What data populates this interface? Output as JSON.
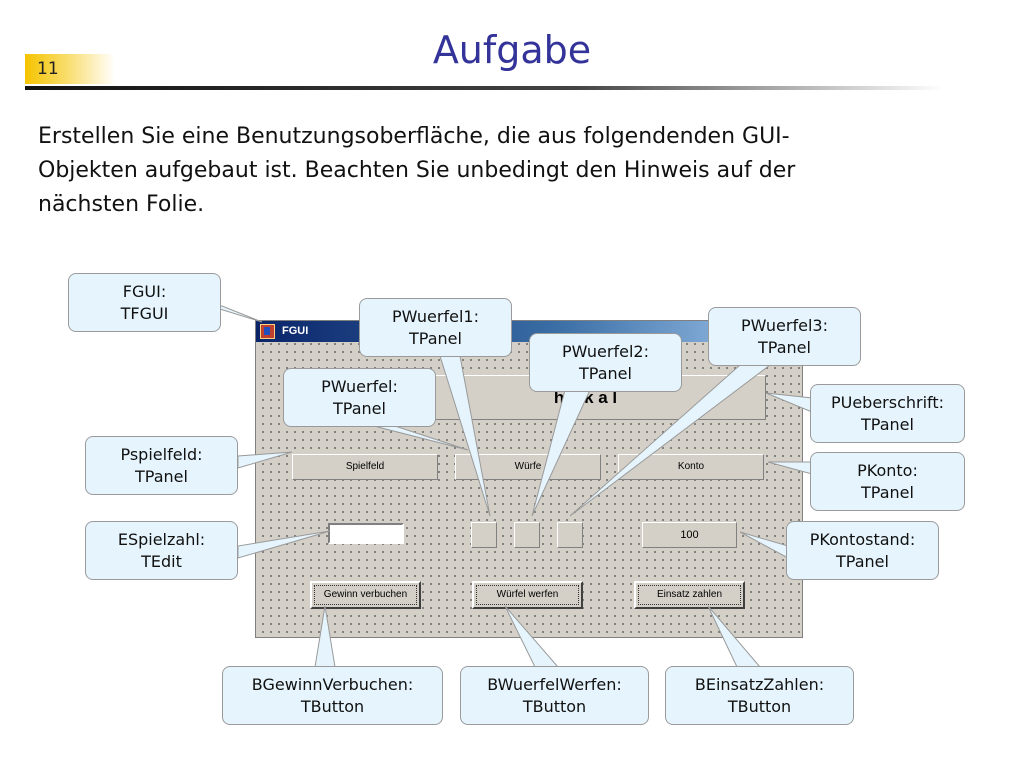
{
  "slide": {
    "number": "11",
    "title": "Aufgabe",
    "text_lines": [
      "Erstellen Sie eine Benutzungsoberfläche, die aus folgendenden GUI-",
      "Objekten aufgebaut ist. Beachten Sie unbedingt den Hinweis auf der",
      "nächsten Folie."
    ]
  },
  "dialog": {
    "window_title": "FGUI",
    "heading_visible": "huck a l",
    "panels": {
      "spielfeld": "Spielfeld",
      "wuerfel": "Würfe",
      "konto": "Konto",
      "kontostand": "100"
    },
    "edit_value": "",
    "buttons": {
      "gewinn": "Gewinn verbuchen",
      "wuerfeln": "Würfel werfen",
      "einsatz": "Einsatz zahlen"
    }
  },
  "callouts": {
    "fgui": [
      "FGUI:",
      "TFGUI"
    ],
    "pwuerfel1": [
      "PWuerfel1:",
      "TPanel"
    ],
    "pwuerfel2": [
      "PWuerfel2:",
      "TPanel"
    ],
    "pwuerfel3": [
      "PWuerfel3:",
      "TPanel"
    ],
    "pwuerfel": [
      "PWuerfel:",
      "TPanel"
    ],
    "pueberschrift": [
      "PUeberschrift:",
      "TPanel"
    ],
    "pspielfeld": [
      "Pspielfeld:",
      "TPanel"
    ],
    "pkonto": [
      "PKonto:",
      "TPanel"
    ],
    "espielzahl": [
      "ESpielzahl:",
      "TEdit"
    ],
    "pkontostand": [
      "PKontostand:",
      "TPanel"
    ],
    "bgewinnverbuchen": [
      "BGewinnVerbuchen:",
      "TButton"
    ],
    "bwuerfelwerfen": [
      "BWuerfelWerfen:",
      "TButton"
    ],
    "beinsatzzahlen": [
      "BEinsatzZahlen:",
      "TButton"
    ]
  },
  "colors": {
    "title": "#333399",
    "callout_fill": "#e6f5fd",
    "slide_number_badge": "#f5c400",
    "titlebar": "#0a246a"
  }
}
